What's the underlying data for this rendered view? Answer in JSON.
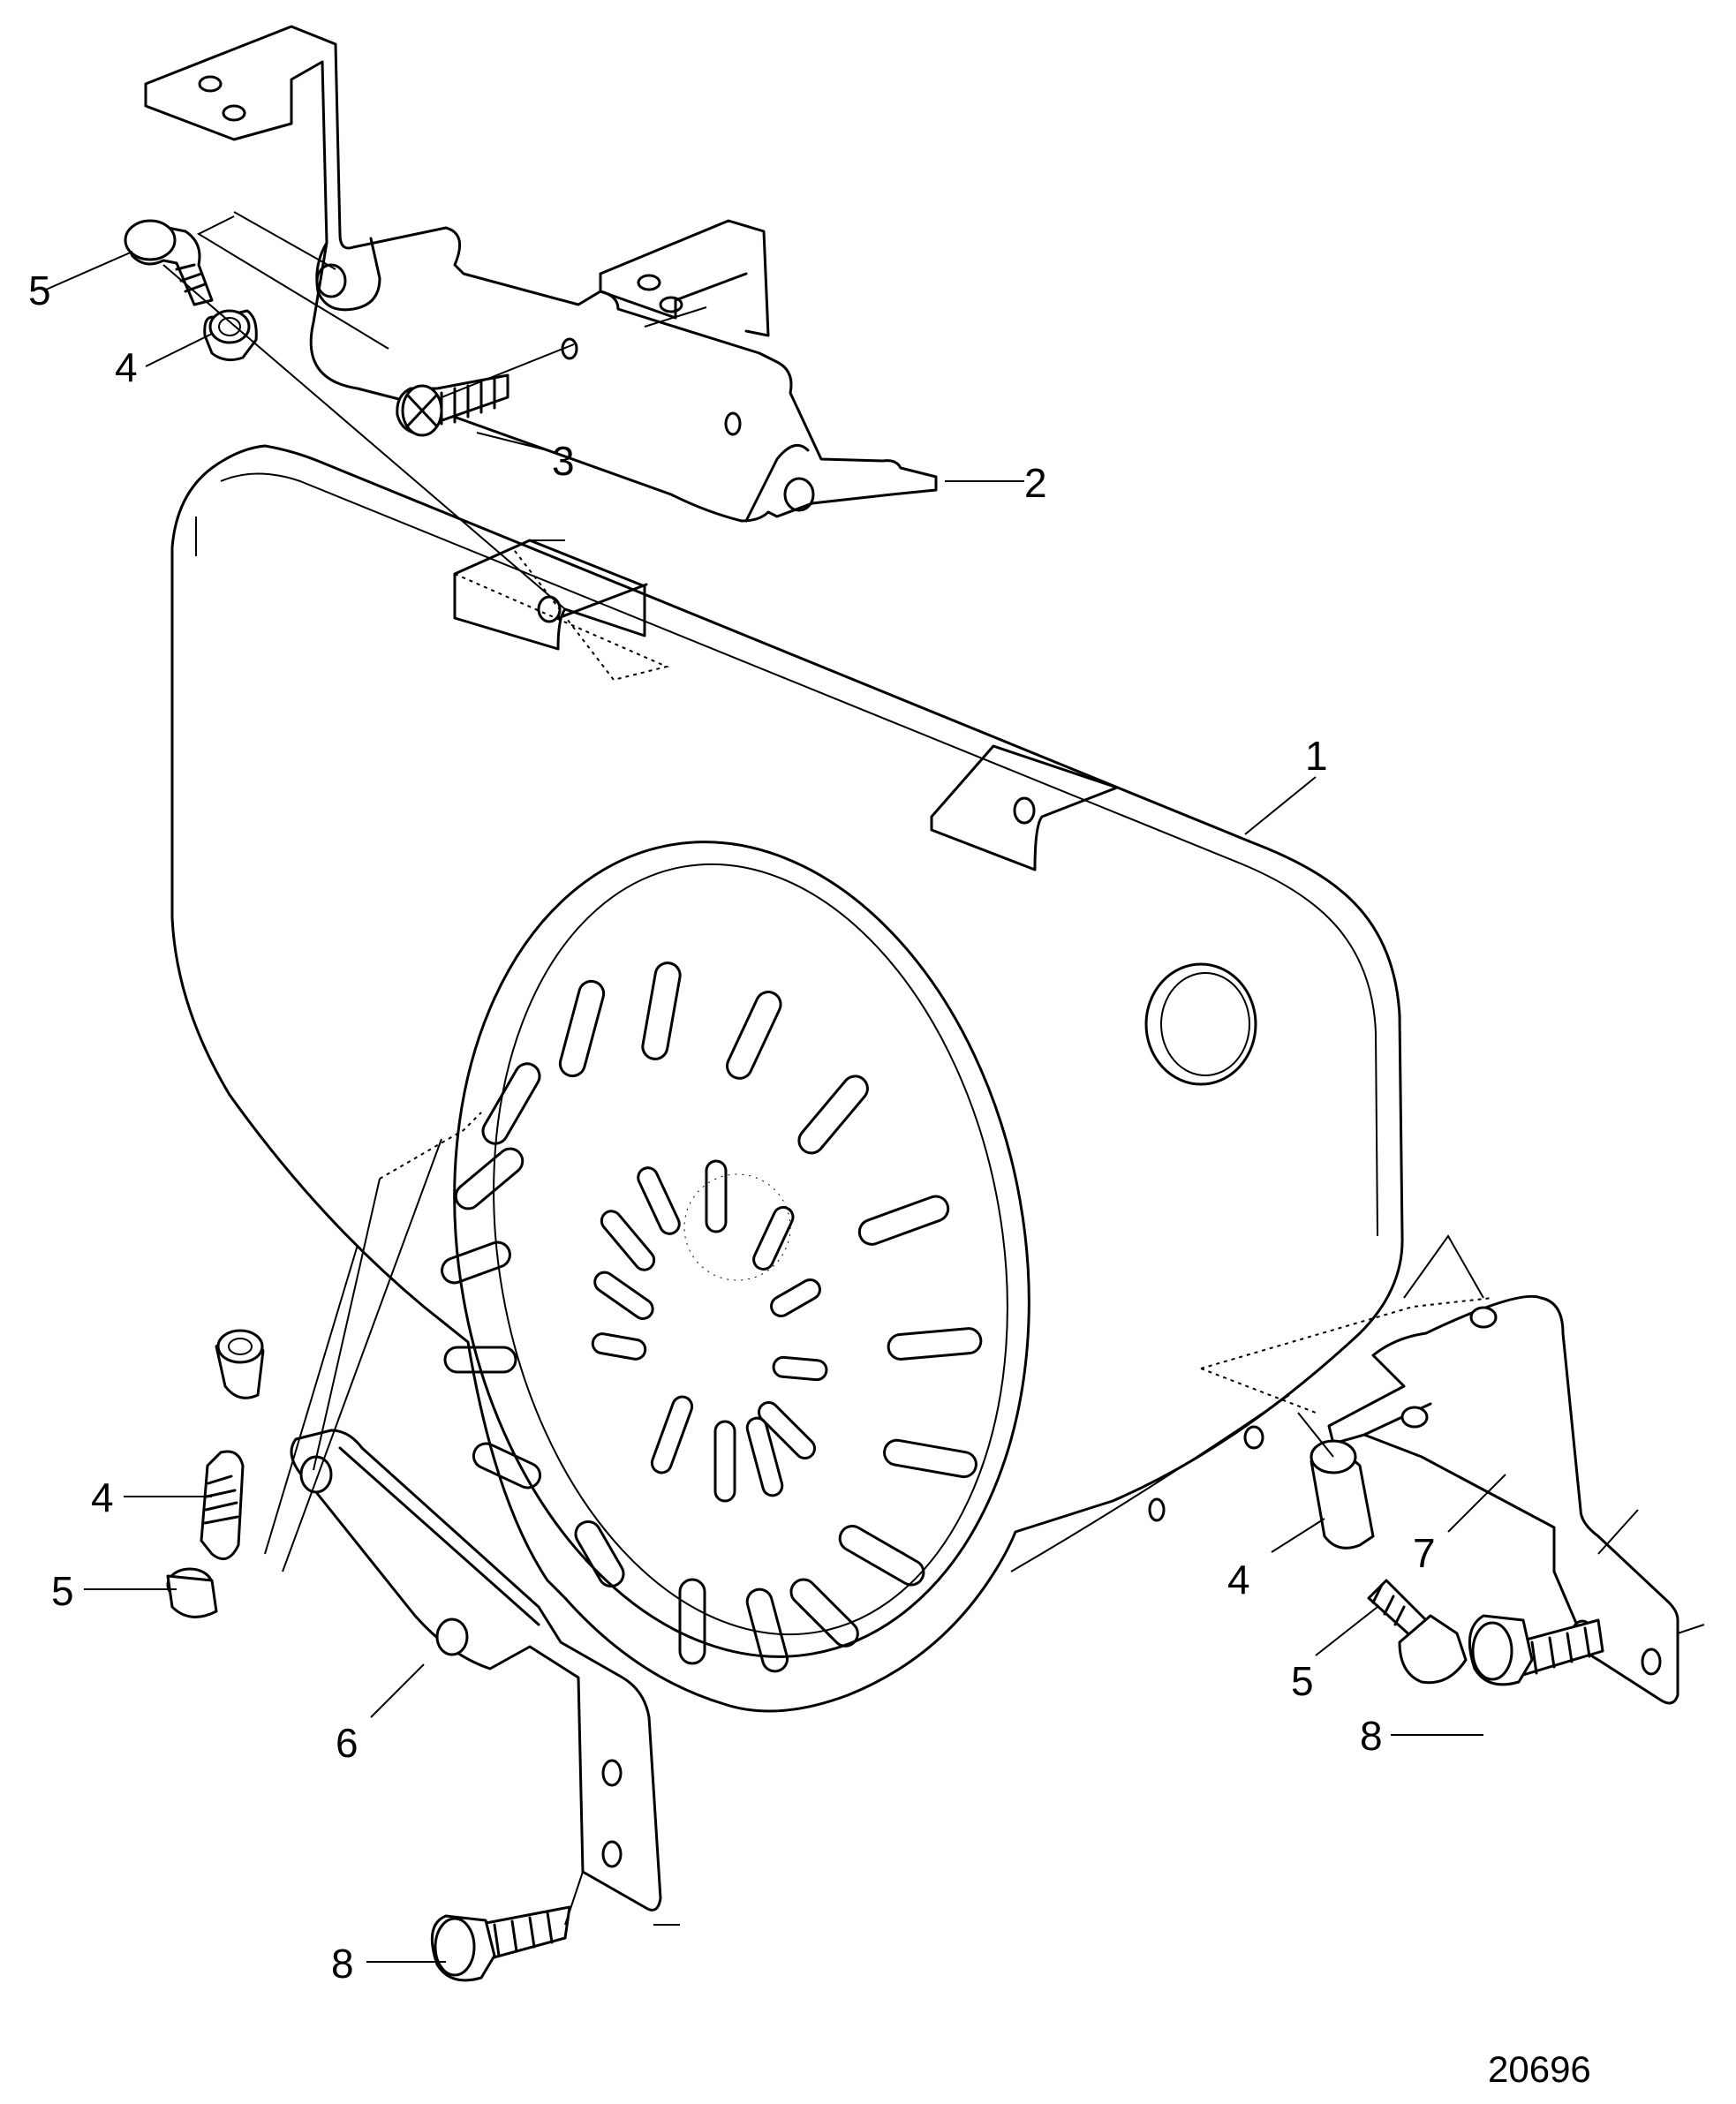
{
  "callouts": [
    "5",
    "4",
    "3",
    "2",
    "1",
    "4",
    "5",
    "6",
    "4",
    "7",
    "5",
    "8",
    "8"
  ],
  "reference_number": "20696"
}
